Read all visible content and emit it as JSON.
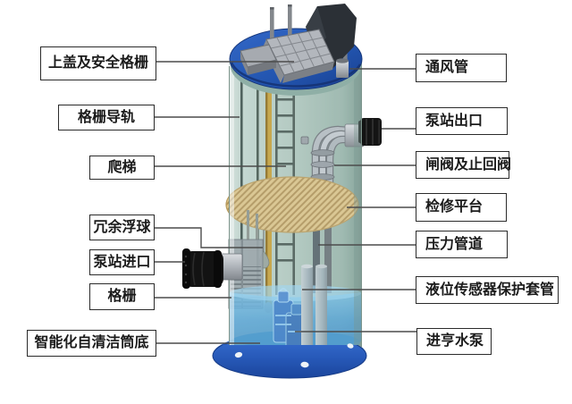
{
  "labels": {
    "left": [
      {
        "text": "上盖及安全格栅"
      },
      {
        "text": "格栅导轨"
      },
      {
        "text": "爬梯"
      },
      {
        "text": "冗余浮球"
      },
      {
        "text": "泵站进口"
      },
      {
        "text": "格栅"
      },
      {
        "text": "智能化自清洁筒底"
      }
    ],
    "right": [
      {
        "text": "通风管"
      },
      {
        "text": "泵站出口"
      },
      {
        "text": "闸阀及止回阀"
      },
      {
        "text": "检修平台"
      },
      {
        "text": "压力管道"
      },
      {
        "text": "液位传感器保护套管"
      },
      {
        "text": "进亨水泵"
      }
    ]
  },
  "colors": {
    "label_bg": "#ffffff",
    "label_border": "#2b2b2b",
    "label_text": "#1b1b1b",
    "leader_line": "#4c4c4c",
    "lid_blue": "#2457b0",
    "base_blue": "#2a5fc0",
    "tank_glass": "#b0c7be",
    "platform_tan": "#d9c187",
    "water_blue": "#4a9ed6",
    "pipe_silver": "#b6bcc2",
    "flange_black": "#141414",
    "guide_rail_gold": "#c7a13c"
  }
}
